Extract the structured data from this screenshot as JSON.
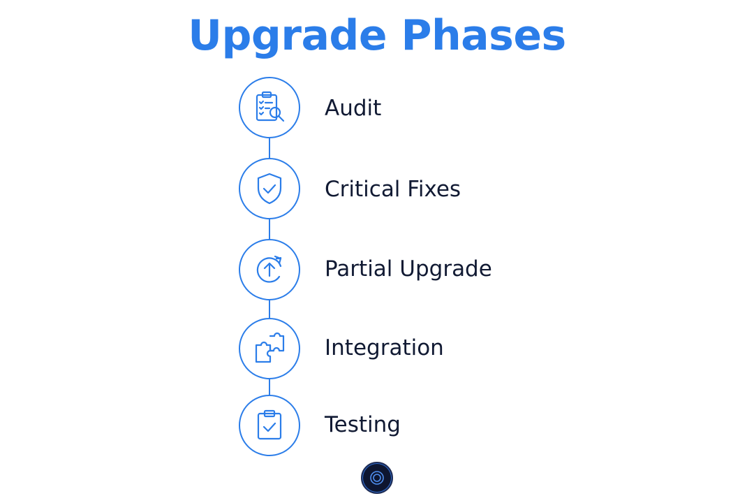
{
  "title": "Upgrade Phases",
  "colors": {
    "accent": "#2b7de9",
    "title": "#2b7de9",
    "label": "#111a33",
    "line": "#2b7de9",
    "button_bg": "#0e1630"
  },
  "steps": [
    {
      "label": "Audit",
      "icon": "clipboard-search-icon"
    },
    {
      "label": "Critical Fixes",
      "icon": "shield-check-icon"
    },
    {
      "label": "Partial Upgrade",
      "icon": "circular-upgrade-arrow-icon"
    },
    {
      "label": "Integration",
      "icon": "puzzle-icon"
    },
    {
      "label": "Testing",
      "icon": "clipboard-check-icon"
    }
  ],
  "footer_button": {
    "icon": "target-ring-icon"
  }
}
